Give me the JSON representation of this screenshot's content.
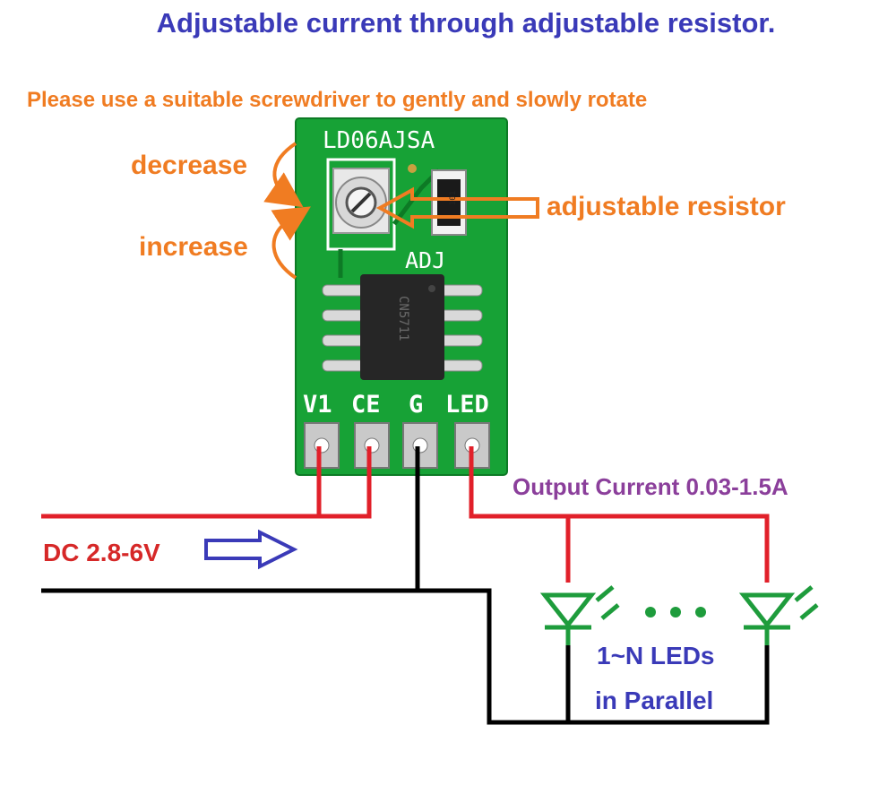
{
  "title": "Adjustable current through adjustable resistor.",
  "instruction": "Please use a suitable screwdriver to gently and slowly rotate",
  "decrease_label": "decrease",
  "increase_label": "increase",
  "adjustable_resistor_label": "adjustable resistor",
  "board": {
    "name": "LD06AJSA",
    "adj_label": "ADJ",
    "chip_marking": "CN5711",
    "resistor_marking": "101",
    "pins": [
      "V1",
      "CE",
      "G",
      "LED"
    ]
  },
  "output_label": "Output Current 0.03-1.5A",
  "input_label": "DC 2.8-6V",
  "leds_label_line1": "1~N LEDs",
  "leds_label_line2": "in Parallel",
  "colors": {
    "title": "#3a3ab8",
    "annotation": "#f07c22",
    "pcb": "#17a236",
    "positive_wire": "#e1202a",
    "ground_wire": "#000000",
    "led": "#1e9c3c",
    "output_label": "#8b3f9b",
    "input_label": "#d62828"
  }
}
